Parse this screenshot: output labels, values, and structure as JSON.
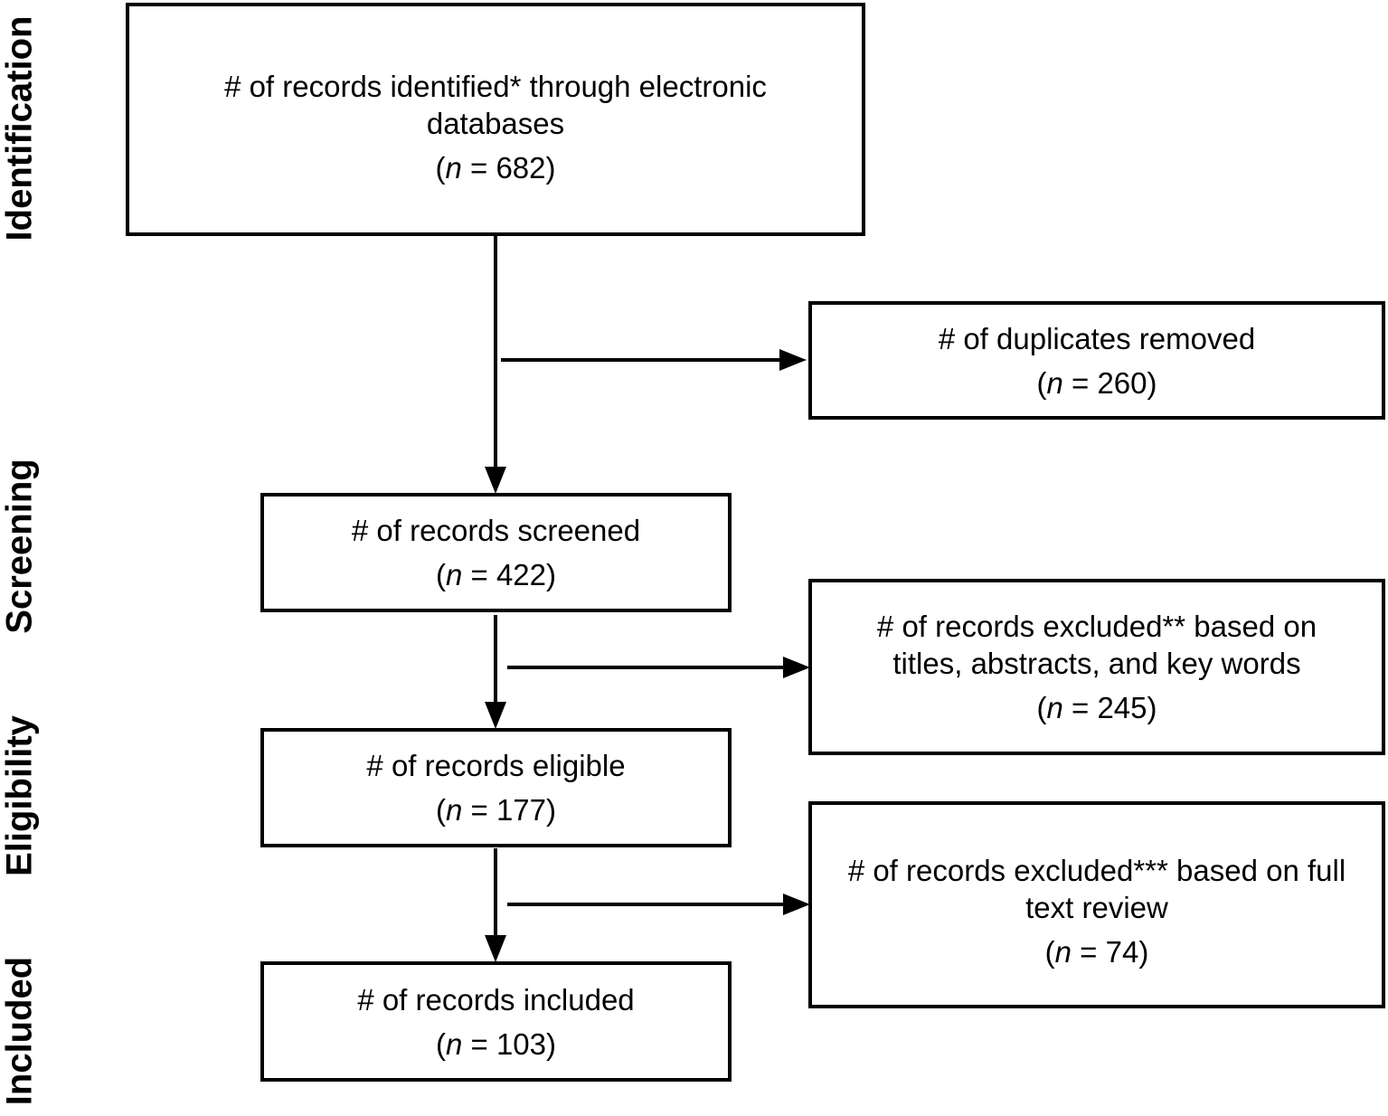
{
  "phases": {
    "identification": "Identification",
    "screening": "Screening",
    "eligibility": "Eligibility",
    "included": "Included"
  },
  "boxes": {
    "identified": {
      "lines": [
        "# of records identified* through electronic",
        "databases"
      ],
      "n_prefix": "(",
      "n_symbol": "n",
      "n_value": " =  682)"
    },
    "duplicates": {
      "lines": [
        "# of duplicates removed"
      ],
      "n_prefix": "(",
      "n_symbol": "n",
      "n_value": " = 260)"
    },
    "screened": {
      "lines": [
        "# of records screened"
      ],
      "n_prefix": "(",
      "n_symbol": "n",
      "n_value": " = 422)"
    },
    "excluded_titles": {
      "lines": [
        "# of records excluded** based on",
        "titles, abstracts, and key words"
      ],
      "n_prefix": "(",
      "n_symbol": "n",
      "n_value": " = 245)"
    },
    "eligible": {
      "lines": [
        "# of records eligible"
      ],
      "n_prefix": "(",
      "n_symbol": "n",
      "n_value": " = 177)"
    },
    "excluded_fulltext": {
      "lines": [
        "# of records excluded*** based on full",
        "text review"
      ],
      "n_prefix": "(",
      "n_symbol": "n",
      "n_value": " = 74)"
    },
    "included": {
      "lines": [
        "# of records included"
      ],
      "n_prefix": "(",
      "n_symbol": "n",
      "n_value": " = 103)"
    }
  }
}
